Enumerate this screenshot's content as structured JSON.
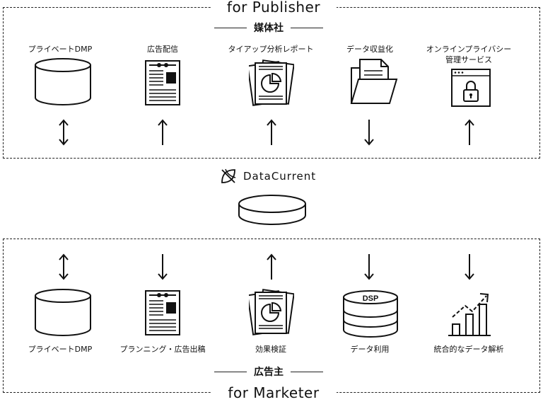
{
  "publisher": {
    "title": "for Publisher",
    "subtitle": "媒体社",
    "items": [
      {
        "label": "プライベートDMP",
        "icon": "database-icon",
        "arrow": "both"
      },
      {
        "label": "広告配信",
        "icon": "document-icon",
        "arrow": "up"
      },
      {
        "label": "タイアップ分析レポート",
        "icon": "report-icon",
        "arrow": "up"
      },
      {
        "label": "データ収益化",
        "icon": "folder-icon",
        "arrow": "down"
      },
      {
        "label": "オンラインプライバシー",
        "label2": "管理サービス",
        "icon": "lock-window-icon",
        "arrow": "up"
      }
    ]
  },
  "center": {
    "brand": "DataCurrent",
    "icon": "datacurrent-logo-icon",
    "platform_icon": "platform-disc-icon"
  },
  "marketer": {
    "title": "for Marketer",
    "subtitle": "広告主",
    "items": [
      {
        "label": "プライベートDMP",
        "icon": "database-icon",
        "arrow": "both"
      },
      {
        "label": "プランニング・広告出稿",
        "icon": "document-icon",
        "arrow": "down"
      },
      {
        "label": "効果検証",
        "icon": "report-icon",
        "arrow": "up"
      },
      {
        "label": "データ利用",
        "icon": "dsp-database-icon",
        "arrow": "down",
        "badge": "DSP"
      },
      {
        "label": "統合的なデータ解析",
        "icon": "growth-chart-icon",
        "arrow": "down"
      }
    ]
  }
}
